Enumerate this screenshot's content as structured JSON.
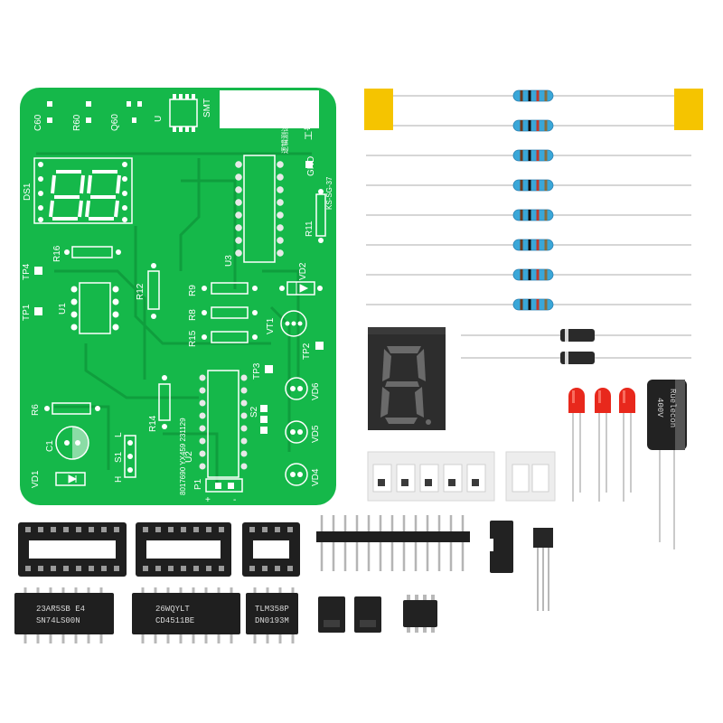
{
  "pcb": {
    "title_label": "SMT",
    "board_name": "逻辑测试仪",
    "corner_mark": "工号",
    "serial": "8017690 YX459 231129",
    "gnd": "GND",
    "part_code": "KS-SG-37",
    "plus": "+",
    "minus": "-",
    "h": "H",
    "l": "L",
    "refdes": {
      "c60": "C60",
      "r60": "R60",
      "q60": "Q60",
      "u": "U",
      "ds1": "DS1",
      "r16": "R16",
      "tp4": "TP4",
      "u1": "U1",
      "tp1": "TP1",
      "r12": "R12",
      "r9": "R9",
      "r8": "R8",
      "r15": "R15",
      "vt1": "VT1",
      "u3": "U3",
      "r11": "R11",
      "vd2": "VD2",
      "tp2": "TP2",
      "tp3": "TP3",
      "r6": "R6",
      "r14": "R14",
      "c1": "C1",
      "s1": "S1",
      "s2": "S2",
      "vd1": "VD1",
      "vd4": "VD4",
      "vd5": "VD5",
      "vd6": "VD6",
      "u2": "U2",
      "p1": "P1"
    }
  },
  "chips": {
    "chip1_line1": "23AR5SB E4",
    "chip1_line2": "SN74LS00N",
    "chip2_line1": "26WQYLT",
    "chip2_line2": "CD4511BE",
    "chip3_line1": "TLM358P",
    "chip3_line2": "DN0193M"
  },
  "capacitor": {
    "line1": "400V",
    "line2": "Ruelecon"
  },
  "colors": {
    "pcb_green": "#15b84a",
    "silkscreen": "#ffffff",
    "resistor_body": "#3aa7d8",
    "led_red": "#e8281c",
    "tape_yellow": "#f5c400",
    "chip_black": "#1f1f1f"
  }
}
